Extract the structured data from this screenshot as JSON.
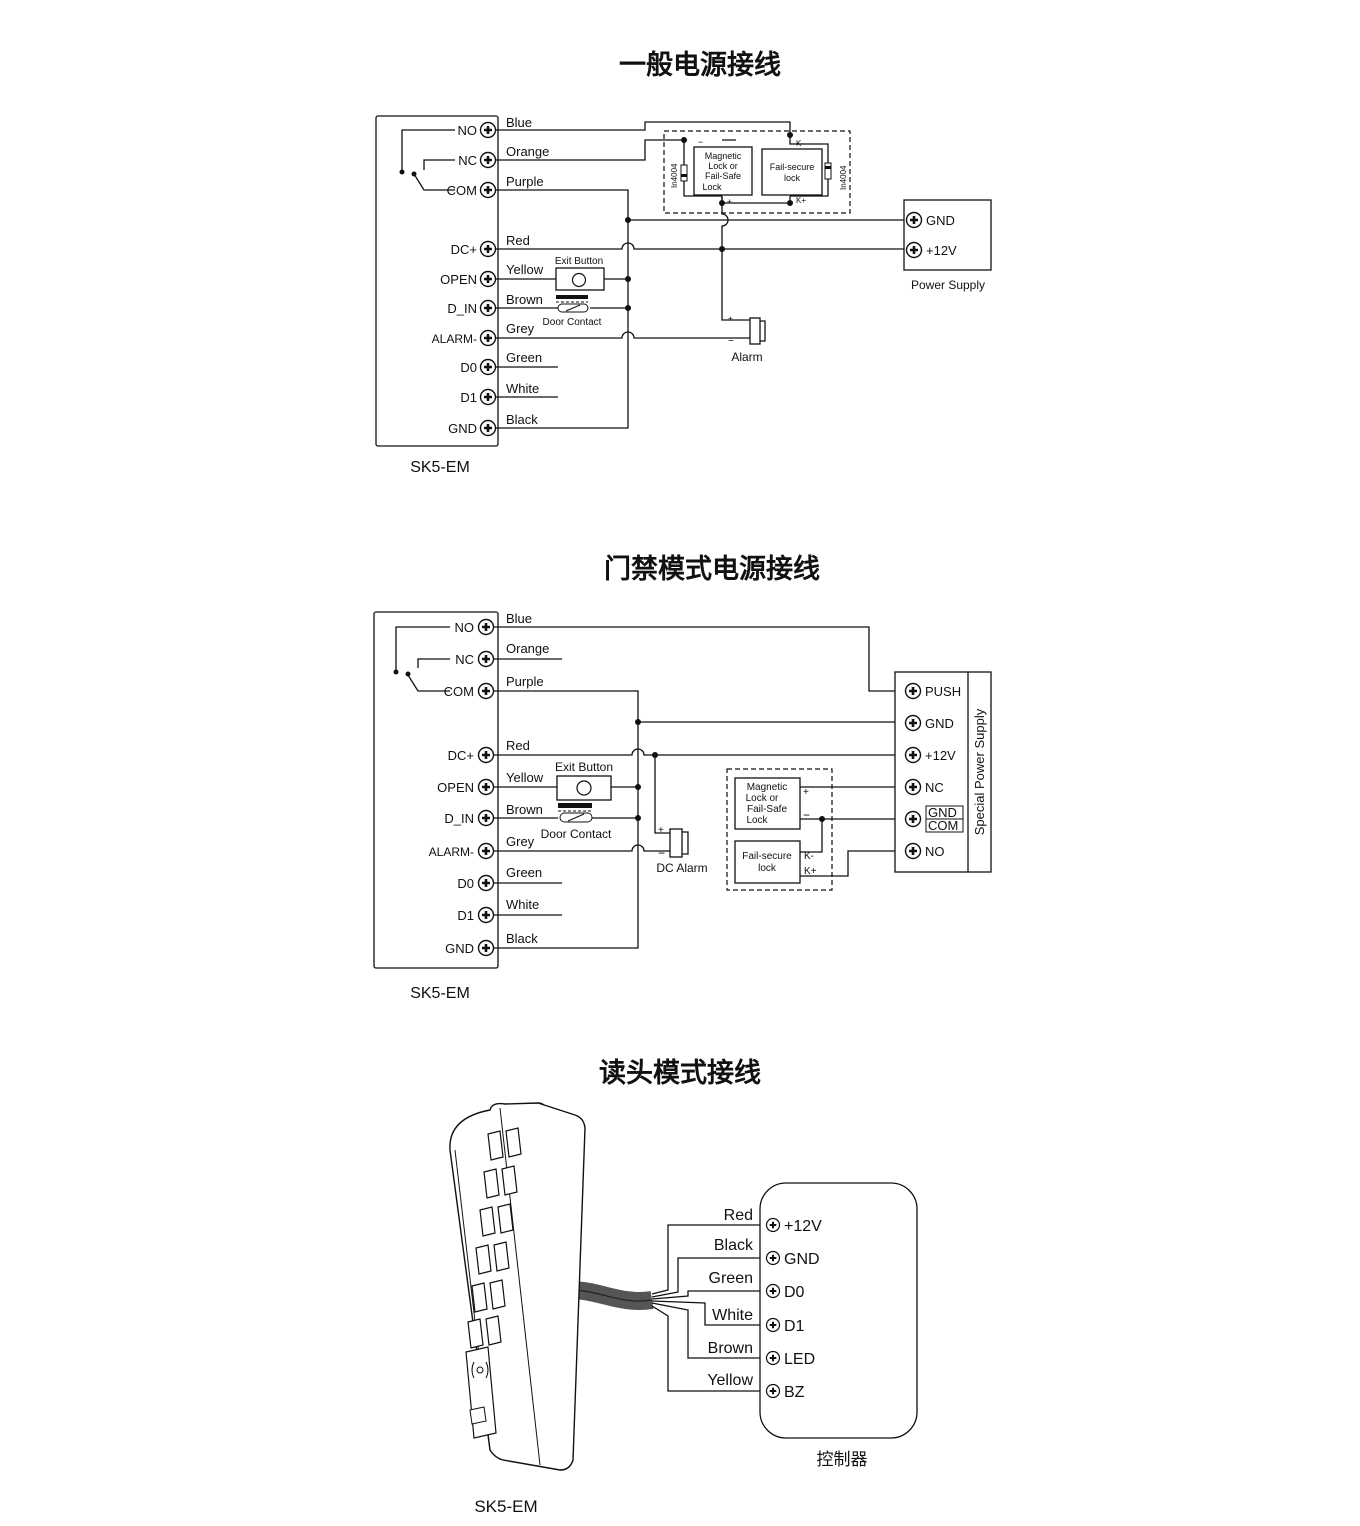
{
  "diagram1": {
    "title": "一般电源接线",
    "device": "SK5-EM",
    "terminals": [
      "NO",
      "NC",
      "COM",
      "DC+",
      "OPEN",
      "D_IN",
      "ALARM-",
      "D0",
      "D1",
      "GND"
    ],
    "wires": [
      "Blue",
      "Orange",
      "Purple",
      "Red",
      "Yellow",
      "Brown",
      "Grey",
      "Green",
      "White",
      "Black"
    ],
    "exit_button": "Exit Button",
    "door_contact": "Door Contact",
    "alarm": "Alarm",
    "plus": "+",
    "minus": "−",
    "lock1": [
      "Magnetic",
      "Lock or",
      "Fail-Safe",
      "Lock"
    ],
    "lock2": [
      "Fail-secure",
      "lock"
    ],
    "diode": "In4004",
    "k_minus": "K-",
    "k_plus": "K+",
    "psu": "Power Supply",
    "psu_gnd": "GND",
    "psu_12v": "+12V"
  },
  "diagram2": {
    "title": "门禁模式电源接线",
    "device": "SK5-EM",
    "terminals": [
      "NO",
      "NC",
      "COM",
      "DC+",
      "OPEN",
      "D_IN",
      "ALARM-",
      "D0",
      "D1",
      "GND"
    ],
    "wires": [
      "Blue",
      "Orange",
      "Purple",
      "Red",
      "Yellow",
      "Brown",
      "Grey",
      "Green",
      "White",
      "Black"
    ],
    "exit_button": "Exit Button",
    "door_contact": "Door Contact",
    "alarm": "DC Alarm",
    "lock1": [
      "Magnetic",
      "Lock or",
      "Fail-Safe",
      "Lock"
    ],
    "lock2": [
      "Fail-secure",
      "lock"
    ],
    "k_minus": "K-",
    "k_plus": "K+",
    "supply": "Special Power Supply",
    "supply_terminals": [
      "PUSH",
      "GND",
      "+12V",
      "NC",
      "GND",
      "COM",
      "NO"
    ]
  },
  "diagram3": {
    "title": "读头模式接线",
    "device": "SK5-EM",
    "controller": "控制器",
    "wires": [
      "Red",
      "Black",
      "Green",
      "White",
      "Brown",
      "Yellow"
    ],
    "terminals": [
      "+12V",
      "GND",
      "D0",
      "D1",
      "LED",
      "BZ"
    ]
  }
}
